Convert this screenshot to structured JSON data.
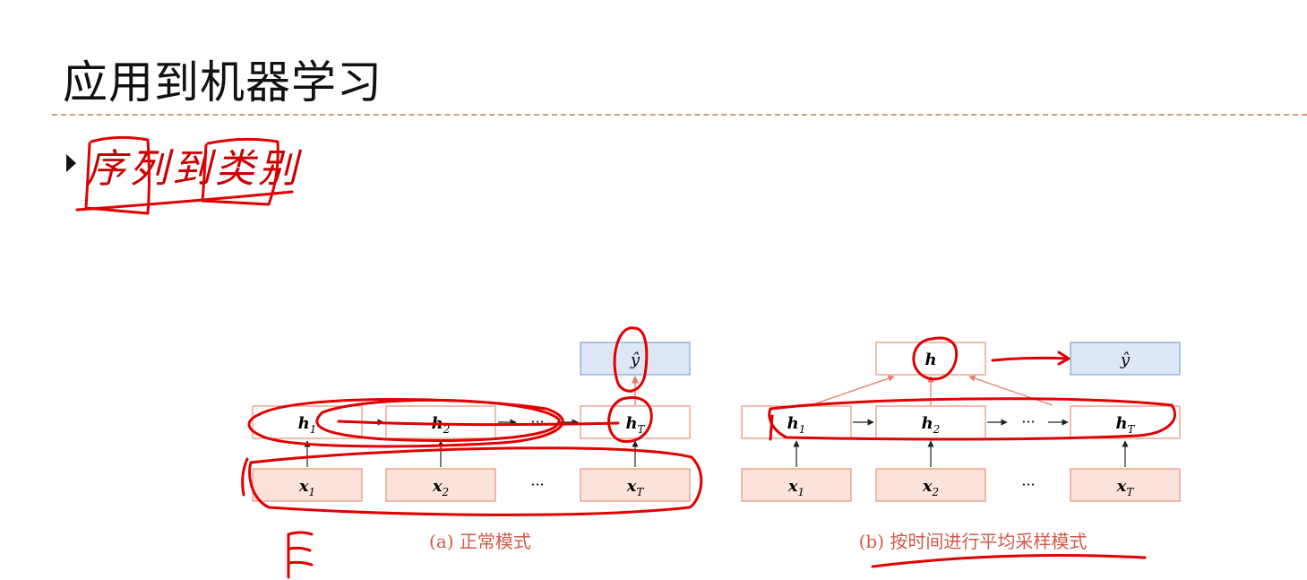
{
  "slide": {
    "title": "应用到机器学习",
    "bullet": "序列到类别"
  },
  "diagram_a": {
    "caption": "(a) 正常模式",
    "output_label": "ŷ",
    "hidden_labels": [
      "h",
      "h",
      "h"
    ],
    "hidden_subscripts": [
      "1",
      "2",
      "T"
    ],
    "input_labels": [
      "x",
      "x",
      "x"
    ],
    "input_subscripts": [
      "1",
      "2",
      "T"
    ],
    "ellipsis": "···"
  },
  "diagram_b": {
    "caption": "(b) 按时间进行平均采样模式",
    "avg_label": "h",
    "output_label": "ŷ",
    "hidden_labels": [
      "h",
      "h",
      "h"
    ],
    "hidden_subscripts": [
      "1",
      "2",
      "T"
    ],
    "input_labels": [
      "x",
      "x",
      "x"
    ],
    "input_subscripts": [
      "1",
      "2",
      "T"
    ],
    "ellipsis": "···"
  },
  "colors": {
    "input_fill": "#fbe3dc",
    "input_border": "#e6927d",
    "hidden_border": "#e6927d",
    "output_fill": "#dde6f5",
    "output_border": "#7fa3d6",
    "annotation": "#e00000",
    "divider": "#d9986a"
  }
}
